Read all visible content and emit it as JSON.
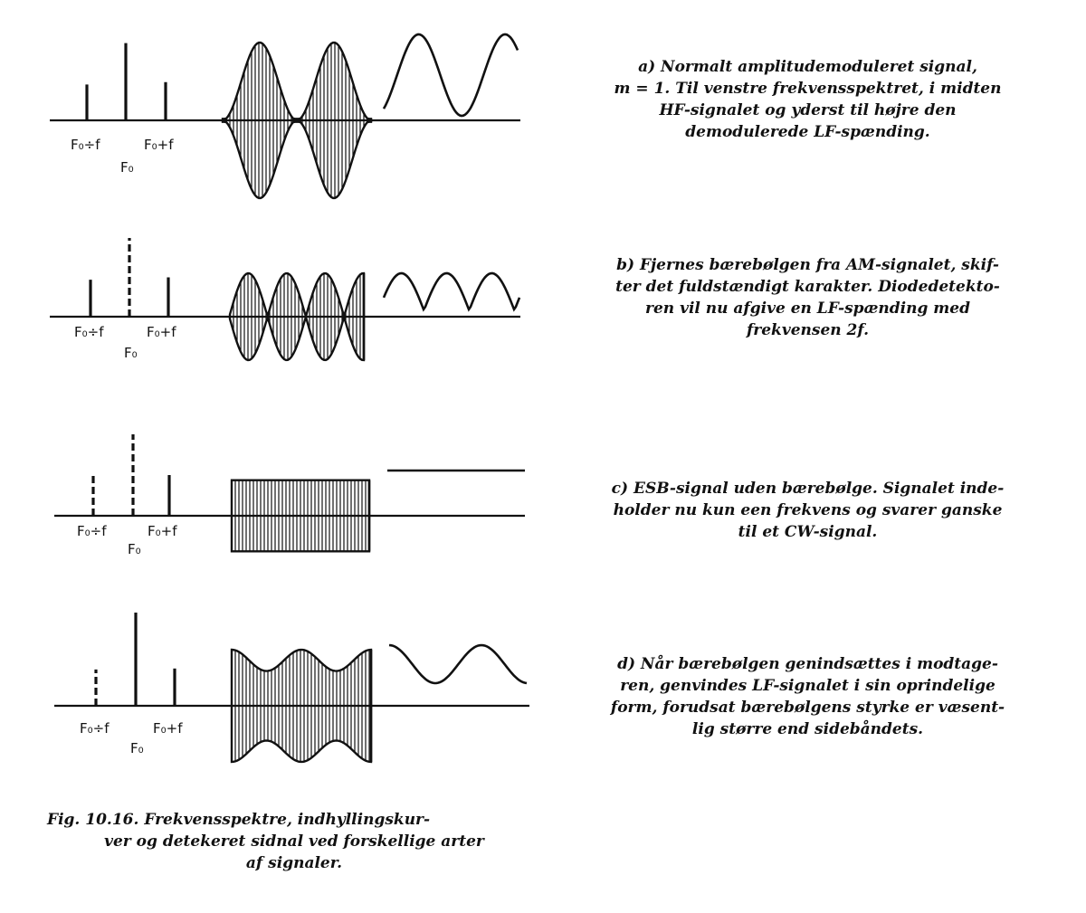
{
  "panels": [
    {
      "id": "a",
      "caption_lines": [
        "a) Normalt amplitudemoduleret signal,",
        "m = 1. Til venstre frekvensspektret, i midten",
        "HF-signalet og yderst til højre den",
        "demodulerede LF-spænding."
      ],
      "labels": {
        "lower": "F₀÷f",
        "carrier": "F₀",
        "upper": "F₀+f"
      },
      "spectrum": {
        "lower": 0.45,
        "carrier": 0.97,
        "upper": 0.48,
        "carrier_style": "solid",
        "lower_style": "solid"
      },
      "envelope": "full_am",
      "demodulated": "sine"
    },
    {
      "id": "b",
      "caption_lines": [
        "b) Fjernes bærebølgen fra AM-signalet, skif-",
        "ter det fuldstændigt karakter. Diodedetekto-",
        "ren vil nu afgive en LF-spænding med",
        "frekvensen 2f."
      ],
      "labels": {
        "lower": "F₀÷f",
        "carrier": "F₀",
        "upper": "F₀+f"
      },
      "spectrum": {
        "lower": 0.47,
        "carrier": 1.0,
        "upper": 0.5,
        "carrier_style": "dashed",
        "lower_style": "solid"
      },
      "envelope": "suppressed_carrier",
      "demodulated": "full_wave_2f"
    },
    {
      "id": "c",
      "caption_lines": [
        "c) ESB-signal uden bærebølge. Signalet inde-",
        "holder nu kun een frekvens og svarer ganske",
        "til et CW-signal."
      ],
      "labels": {
        "lower": "F₀÷f",
        "carrier": "F₀",
        "upper": "F₀+f"
      },
      "spectrum": {
        "lower": 0.5,
        "carrier": 1.0,
        "upper": 0.5,
        "carrier_style": "dashed",
        "lower_style": "dashed"
      },
      "envelope": "constant",
      "demodulated": "dc"
    },
    {
      "id": "d",
      "caption_lines": [
        "d) Når bærebølgen genindsættes i modtage-",
        "ren, genvindes LF-signalet i sin oprindelige",
        "form, forudsat bærebølgens styrke er væsent-",
        "lig større end sidebåndets."
      ],
      "labels": {
        "lower": "F₀÷f",
        "carrier": "F₀",
        "upper": "F₀+f"
      },
      "spectrum": {
        "lower": 0.39,
        "carrier": 1.0,
        "upper": 0.4,
        "carrier_style": "solid",
        "lower_style": "dashed"
      },
      "envelope": "reinserted_carrier",
      "demodulated": "sine_small"
    }
  ],
  "figure_caption_lines": [
    "Fig. 10.16. Frekvensspektre, indhyllingskur-",
    "ver og detekeret sidnal ved forskellige arter",
    "af signaler."
  ]
}
